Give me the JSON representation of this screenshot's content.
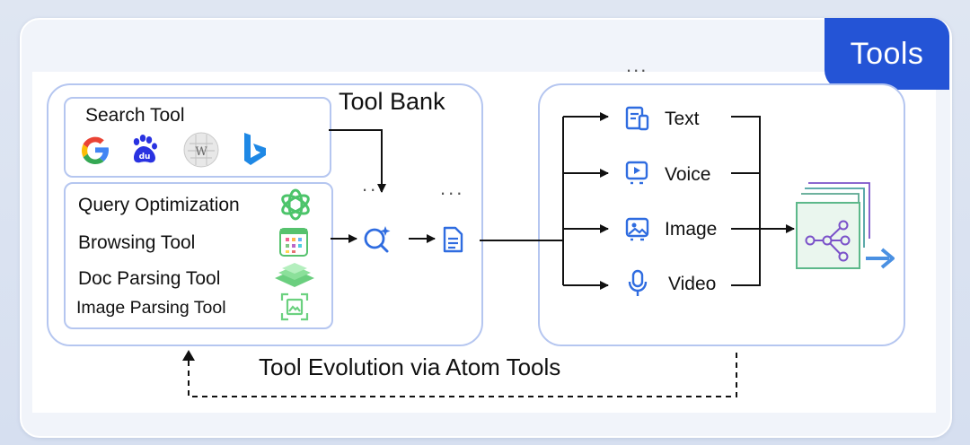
{
  "tab": {
    "label": "Tools"
  },
  "tool_bank": {
    "title": "Tool Bank",
    "search_tool": {
      "label": "Search Tool"
    },
    "tools": [
      {
        "label": "Query Optimization"
      },
      {
        "label": "Browsing Tool"
      },
      {
        "label": "Doc Parsing Tool"
      },
      {
        "label": "Image Parsing Tool"
      }
    ]
  },
  "ellipsis": "...",
  "modalities": [
    {
      "label": "Text",
      "icon": "text-doc-icon"
    },
    {
      "label": "Voice",
      "icon": "voice-play-icon"
    },
    {
      "label": "Image",
      "icon": "image-icon"
    },
    {
      "label": "Video",
      "icon": "microphone-icon"
    }
  ],
  "footer": {
    "label": "Tool Evolution via Atom Tools"
  },
  "colors": {
    "accent": "#2454d6",
    "box_border": "#b5c6f0",
    "icon_blue": "#2f6ce0",
    "green": "#4cc46a",
    "purple": "#7b52c9"
  }
}
